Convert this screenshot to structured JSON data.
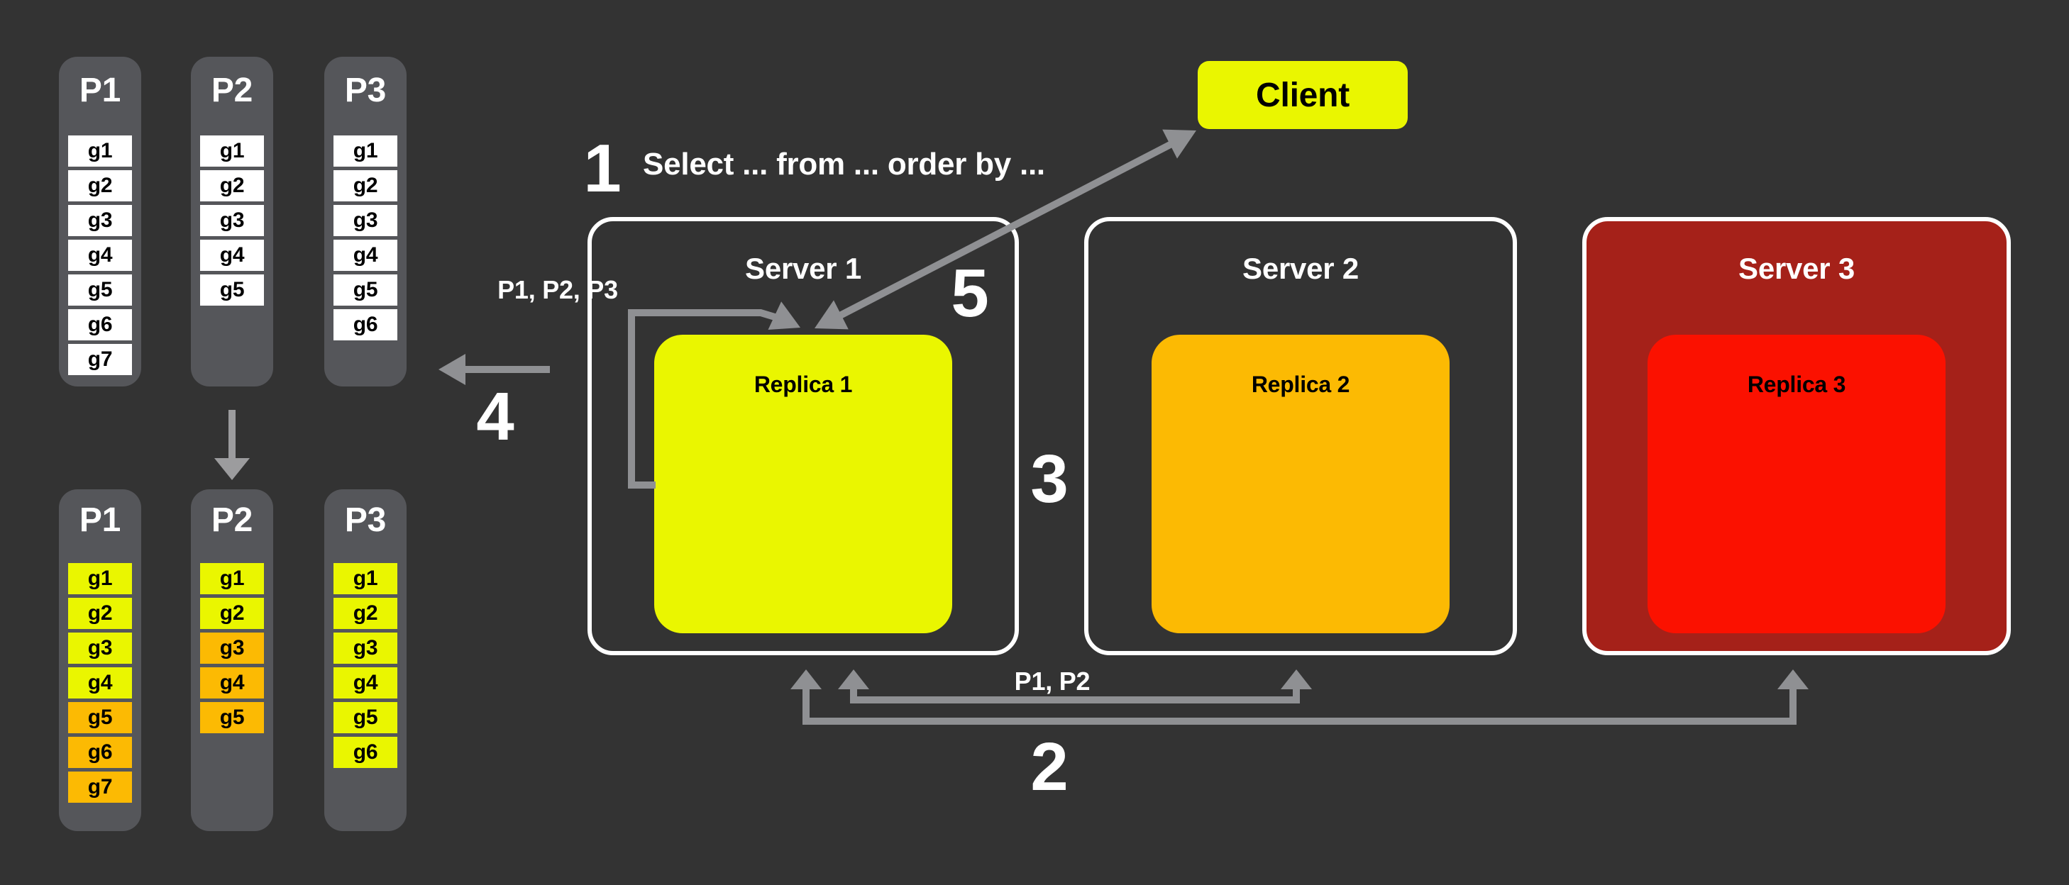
{
  "colors": {
    "bg": "#333333",
    "column": "#55565a",
    "yellow": "#eaf600",
    "orange": "#fcba03",
    "red-dark": "#a52119",
    "red-bright": "#fb1100",
    "arrow": "#8f9093",
    "arrow-light": "#9c9c9e"
  },
  "partitions_before": {
    "columns": [
      {
        "label": "P1",
        "groups": [
          "g1",
          "g2",
          "g3",
          "g4",
          "g5",
          "g6",
          "g7"
        ]
      },
      {
        "label": "P2",
        "groups": [
          "g1",
          "g2",
          "g3",
          "g4",
          "g5"
        ]
      },
      {
        "label": "P3",
        "groups": [
          "g1",
          "g2",
          "g3",
          "g4",
          "g5",
          "g6"
        ]
      }
    ]
  },
  "partitions_after": {
    "columns": [
      {
        "label": "P1",
        "groups": [
          {
            "label": "g1",
            "color": "yellow"
          },
          {
            "label": "g2",
            "color": "yellow"
          },
          {
            "label": "g3",
            "color": "yellow"
          },
          {
            "label": "g4",
            "color": "yellow"
          },
          {
            "label": "g5",
            "color": "orange"
          },
          {
            "label": "g6",
            "color": "orange"
          },
          {
            "label": "g7",
            "color": "orange"
          }
        ]
      },
      {
        "label": "P2",
        "groups": [
          {
            "label": "g1",
            "color": "yellow"
          },
          {
            "label": "g2",
            "color": "yellow"
          },
          {
            "label": "g3",
            "color": "orange"
          },
          {
            "label": "g4",
            "color": "orange"
          },
          {
            "label": "g5",
            "color": "orange"
          }
        ]
      },
      {
        "label": "P3",
        "groups": [
          {
            "label": "g1",
            "color": "yellow"
          },
          {
            "label": "g2",
            "color": "yellow"
          },
          {
            "label": "g3",
            "color": "yellow"
          },
          {
            "label": "g4",
            "color": "yellow"
          },
          {
            "label": "g5",
            "color": "yellow"
          },
          {
            "label": "g6",
            "color": "yellow"
          }
        ]
      }
    ]
  },
  "client": {
    "label": "Client"
  },
  "servers": [
    {
      "title": "Server 1",
      "replica": "Replica 1"
    },
    {
      "title": "Server 2",
      "replica": "Replica 2"
    },
    {
      "title": "Server 3",
      "replica": "Replica 3"
    }
  ],
  "annotations": {
    "step1_number": "1",
    "step1_query": "Select ... from ... order by ...",
    "step2_number": "2",
    "step2_partitions": "P1, P2",
    "step3_number": "3",
    "step4_number": "4",
    "step5_number": "5",
    "routed_partitions": "P1, P2, P3"
  }
}
